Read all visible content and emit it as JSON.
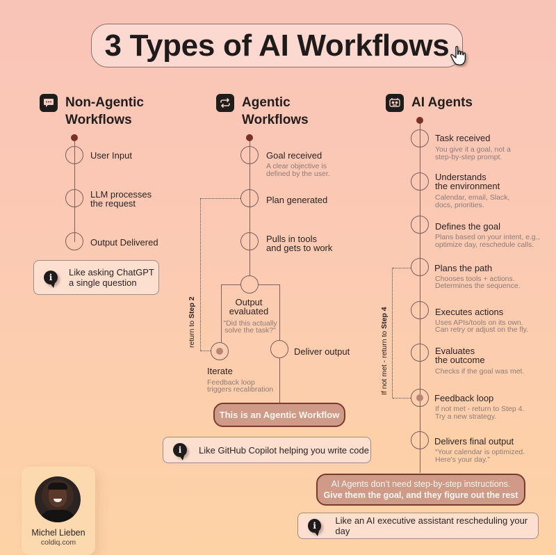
{
  "title": "3 Types of AI Workflows",
  "colors": {
    "background_top": "#f9c4b8",
    "background_bottom": "#fdd3a6",
    "line": "#7a5e58",
    "start_dot": "#7b3024",
    "callout_fill": "#cf9b88",
    "callout_border": "#7c3a2e",
    "icon_dark": "#1f1c1c"
  },
  "columns": [
    {
      "title_line1": "Non-Agentic",
      "title_line2": "Workflows",
      "icon": "chat-bubble-icon",
      "steps": [
        {
          "label": "User Input"
        },
        {
          "label_line1": "LLM processes",
          "label_line2": "the request"
        },
        {
          "label": "Output Delivered"
        }
      ],
      "info": {
        "line1": "Like asking ChatGPT",
        "line2": "a single question"
      }
    },
    {
      "title_line1": "Agentic",
      "title_line2": "Workflows",
      "icon": "repeat-arrows-icon",
      "steps": [
        {
          "label": "Goal received",
          "sub_line1": "A clear objective is",
          "sub_line2": "defined by the user."
        },
        {
          "label": "Plan generated"
        },
        {
          "label_line1": "Pulls in tools",
          "label_line2": "and gets to work"
        },
        {
          "label_line1": "Output",
          "label_line2": "evaluated",
          "sub_line1": "\"Did this actually",
          "sub_line2": "solve the task?\""
        },
        {
          "label": "Iterate",
          "sub_line1": "Feedback loop",
          "sub_line2": "triggers recalibration"
        },
        {
          "label": "Deliver output"
        }
      ],
      "loop_label": {
        "prefix": "return to ",
        "bold": "Step 2"
      },
      "callout": "This is an Agentic Workflow",
      "info": {
        "text": "Like GitHub Copilot helping you write code"
      }
    },
    {
      "title": "AI Agents",
      "icon": "robot-icon",
      "steps": [
        {
          "label": "Task received",
          "sub_line1": "You give it a goal, not a",
          "sub_line2": "step-by-step prompt."
        },
        {
          "label_line1": "Understands",
          "label_line2": "the environment",
          "sub_line1": "Calendar, email, Slack,",
          "sub_line2": "docs, priorities."
        },
        {
          "label": "Defines the goal",
          "sub_line1": "Plans based on your intent, e.g.,",
          "sub_line2": "optimize day, reschedule calls."
        },
        {
          "label": "Plans the path",
          "sub_line1": "Chooses tools + actions.",
          "sub_line2": "Determines the sequence."
        },
        {
          "label": "Executes actions",
          "sub_line1": "Uses APIs/tools on its own.",
          "sub_line2": "Can retry or adjust on the fly."
        },
        {
          "label_line1": "Evaluates",
          "label_line2": "the outcome",
          "sub_line1": "Checks if the goal was met."
        },
        {
          "label": "Feedback loop",
          "sub_line1": "If not met - return to Step 4.",
          "sub_line2": "Try a new strategy."
        },
        {
          "label": "Delivers final output",
          "sub_line1": "“Your calendar is optimized.",
          "sub_line2": "Here's your day.”"
        }
      ],
      "loop_label": {
        "prefix": "If not met - return to ",
        "bold": "Step 4"
      },
      "callout": {
        "line1": "AI Agents don’t need step-by-step instructions.",
        "line2": "Give them the goal, and they figure out the rest"
      },
      "info": {
        "text": "Like an AI executive assistant rescheduling your day"
      }
    }
  ],
  "author": {
    "name": "Michel Lieben",
    "site": "coldiq.com"
  }
}
